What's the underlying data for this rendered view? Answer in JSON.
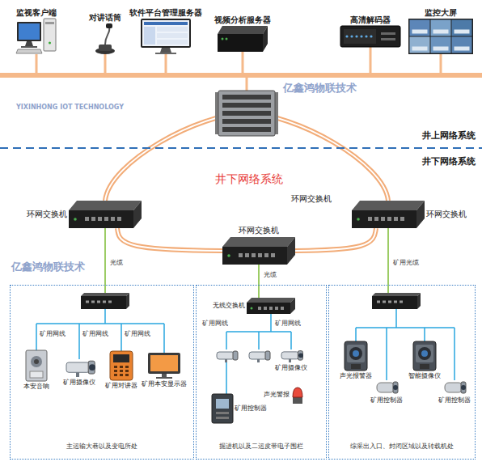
{
  "diagram": {
    "nodes": [
      {
        "text": [
          "监视客户端"
        ]
      },
      {
        "text": [
          "对讲话筒"
        ]
      },
      {
        "text": [
          "软件平台管理服务器"
        ]
      },
      {
        "text": [
          "视频分析服务器"
        ]
      },
      {
        "text": [
          "高清解码器"
        ]
      },
      {
        "text": [
          "监控大屏"
        ]
      },
      {
        "text": [
          "环网交换机"
        ]
      },
      {
        "text": [
          "环网交换机"
        ]
      },
      {
        "text": [
          "环网交换机"
        ]
      },
      {
        "text": [
          "主运输大巷以及变电所处"
        ]
      },
      {
        "text": [
          "本安音响"
        ],
        "in": 9
      },
      {
        "text": [
          "矿用摄像仪"
        ],
        "in": 9
      },
      {
        "text": [
          "矿用对讲器"
        ],
        "in": 9
      },
      {
        "text": [
          "矿用本安显示器"
        ],
        "in": 9
      },
      {
        "text": [
          "掘进机以及二运皮带电子围栏"
        ]
      },
      {
        "text": [
          "无线交换机"
        ],
        "in": 14
      },
      {
        "text": [
          "矿用摄像仪"
        ],
        "in": 14
      },
      {
        "text": [
          "声光警报"
        ],
        "in": 14
      },
      {
        "text": [
          "矿用控制器"
        ],
        "in": 14
      },
      {
        "text": [
          "综采出入口、封闭区域以及转载机处"
        ]
      },
      {
        "text": [
          "声光报警器"
        ],
        "in": 19
      },
      {
        "text": [
          "智能摄像仪"
        ],
        "in": 19
      },
      {
        "text": [
          "矿用控制器"
        ],
        "in": 19
      },
      {
        "text": [
          "矿用控制器"
        ],
        "in": 19
      }
    ],
    "edges": [
      {
        "from": 6,
        "to": 8,
        "arrow": "none"
      },
      {
        "from": 8,
        "to": 7,
        "arrow": "none"
      },
      {
        "from": 6,
        "to": 9,
        "label": "光缆",
        "arrow": "none"
      },
      {
        "from": 8,
        "to": 14,
        "label": "光缆",
        "arrow": "none"
      },
      {
        "from": 7,
        "to": 19,
        "label": "矿用光缆",
        "arrow": "none"
      }
    ],
    "labels": [
      "井上网络系统",
      "井下网络系统",
      "井下网络系统",
      "环网交换机",
      "矿用网线",
      "矿用网线",
      "矿用网线",
      "矿用网线",
      "矿用网线",
      "亿鑫鸿物联技术",
      "YIXINHONG IOT TECHNOLOGY",
      "亿鑫鸿物联技术"
    ]
  }
}
